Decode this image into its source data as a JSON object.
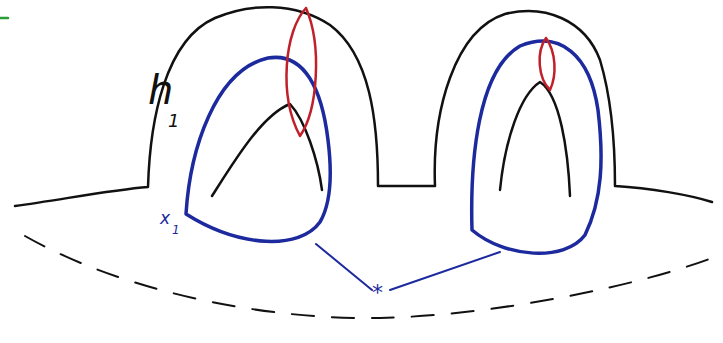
{
  "diagram": {
    "labels": [
      "h",
      "1",
      "x",
      "1",
      "*"
    ]
  }
}
